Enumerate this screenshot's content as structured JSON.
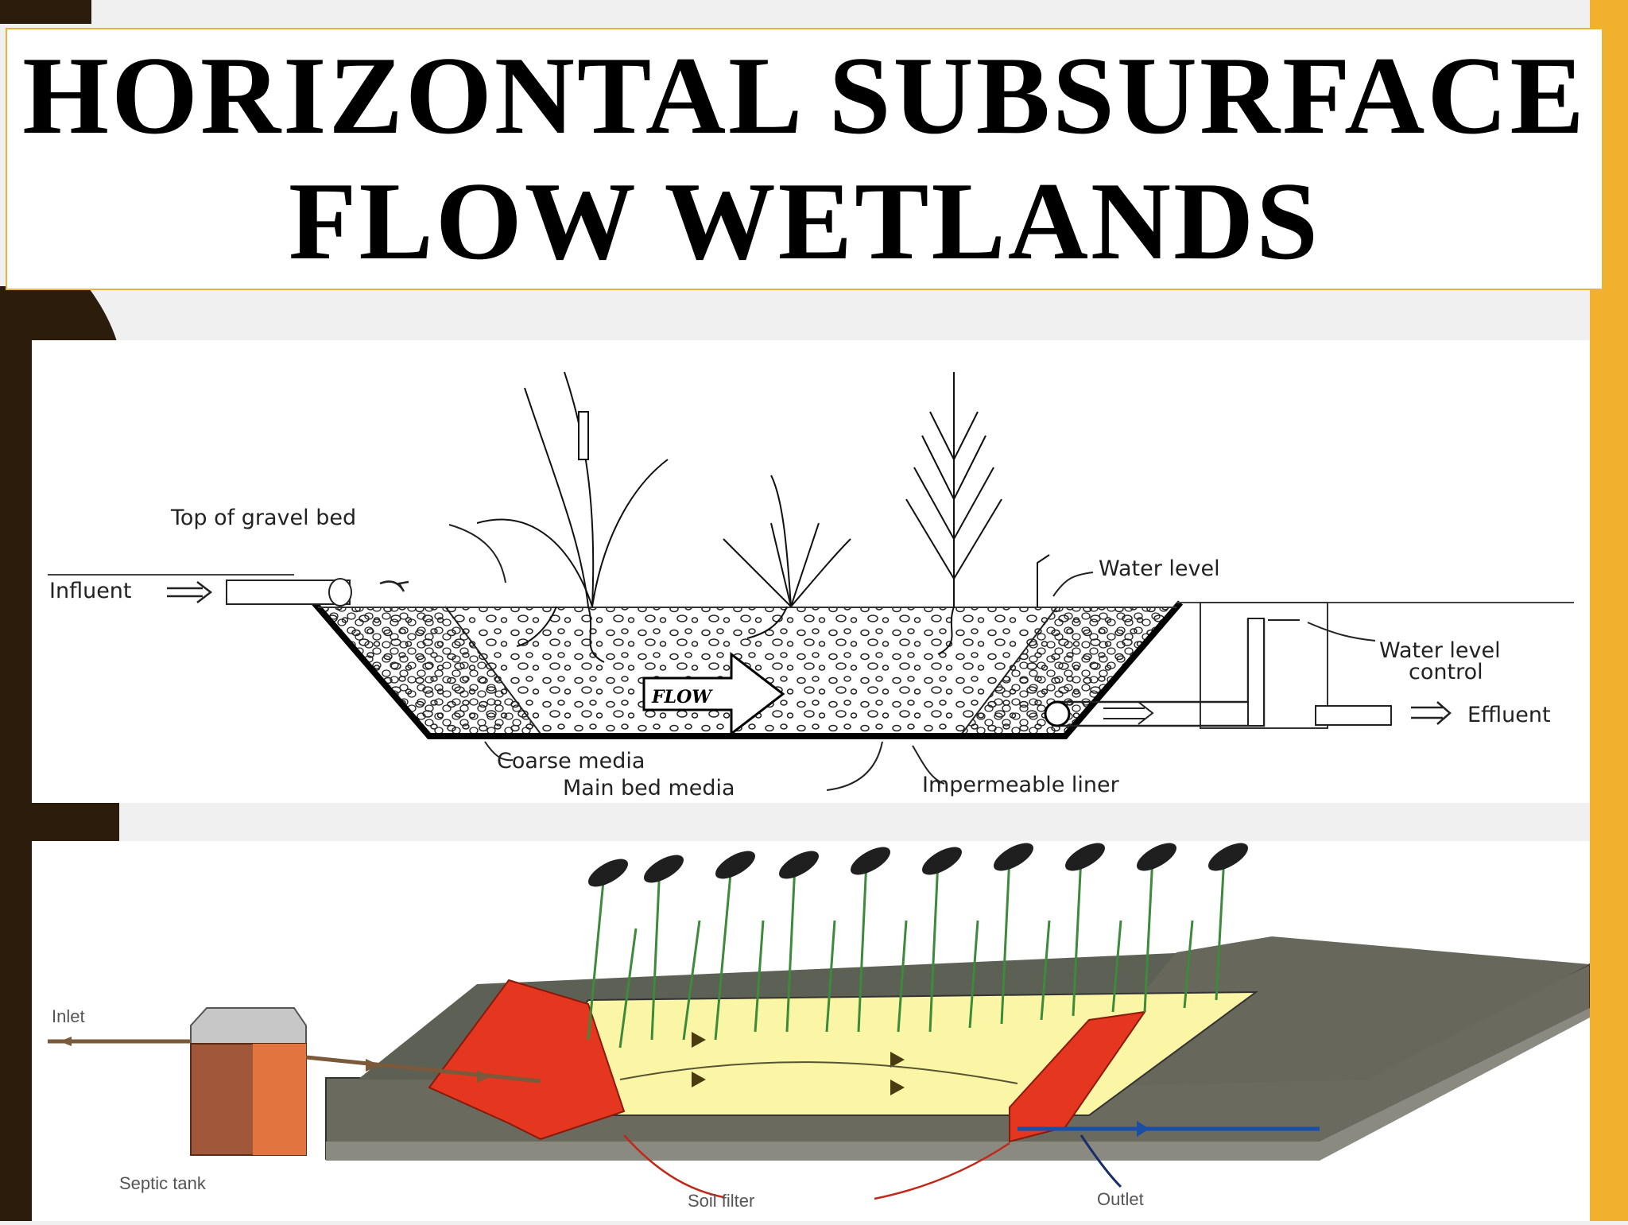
{
  "title": {
    "line1": "HORIZONTAL SUBSURFACE",
    "line2": "FLOW WETLANDS"
  },
  "diagram_top": {
    "labels": {
      "top_of_gravel_bed": "Top of gravel bed",
      "influent": "Influent",
      "water_level": "Water level",
      "water_level_control_1": "Water level",
      "water_level_control_2": "control",
      "effluent": "Effluent",
      "coarse_media": "Coarse media",
      "main_bed_media": "Main bed media",
      "impermeable_liner": "Impermeable liner",
      "flow": "FLOW"
    }
  },
  "diagram_bottom": {
    "labels": {
      "inlet": "Inlet",
      "septic_tank": "Septic tank",
      "soil_filter": "Soil filter",
      "outlet": "Outlet"
    }
  },
  "colors": {
    "accent_yellow": "#f2b12d",
    "dark_brown": "#2b1c0c",
    "filter_red": "#e5371f",
    "bed_yellow": "#fbf6a6",
    "ground_gray": "#6b6a5f",
    "pipe_blue": "#1a4fa8"
  }
}
